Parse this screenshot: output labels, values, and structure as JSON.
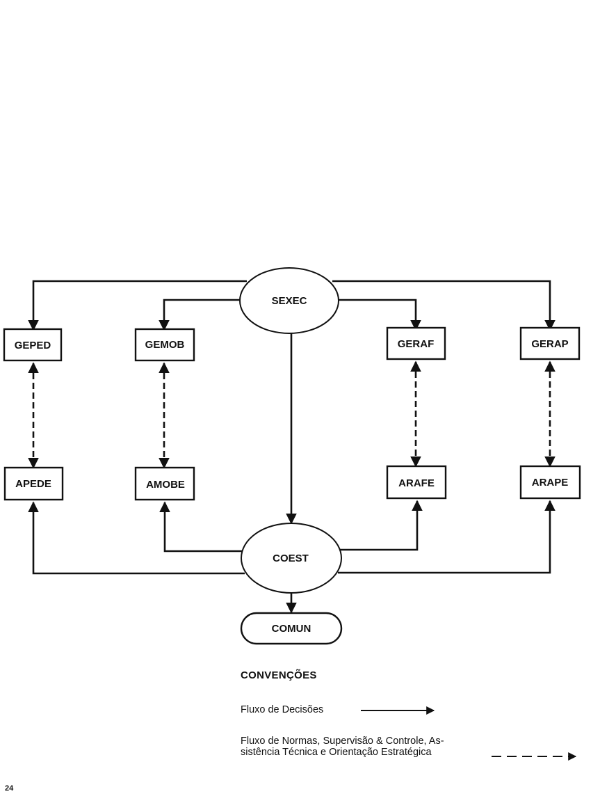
{
  "diagram": {
    "nodes": {
      "sexec": "SEXEC",
      "coest": "COEST",
      "comun": "COMUN",
      "geped": "GEPED",
      "gemob": "GEMOB",
      "geraf": "GERAF",
      "gerap": "GERAP",
      "apede": "APEDE",
      "amobe": "AMOBE",
      "arafe": "ARAFE",
      "arape": "ARAPE"
    },
    "edges": [
      {
        "from": "SEXEC",
        "to": "GEPED",
        "type": "decision"
      },
      {
        "from": "SEXEC",
        "to": "GEMOB",
        "type": "decision"
      },
      {
        "from": "SEXEC",
        "to": "GERAF",
        "type": "decision"
      },
      {
        "from": "SEXEC",
        "to": "GERAP",
        "type": "decision"
      },
      {
        "from": "SEXEC",
        "to": "COEST",
        "type": "decision"
      },
      {
        "from": "GEPED",
        "to": "APEDE",
        "type": "norms",
        "bidirectional": true
      },
      {
        "from": "GEMOB",
        "to": "AMOBE",
        "type": "norms",
        "bidirectional": true
      },
      {
        "from": "GERAF",
        "to": "ARAFE",
        "type": "norms",
        "bidirectional": true
      },
      {
        "from": "GERAP",
        "to": "ARAPE",
        "type": "norms",
        "bidirectional": true
      },
      {
        "from": "COEST",
        "to": "APEDE",
        "type": "decision"
      },
      {
        "from": "COEST",
        "to": "AMOBE",
        "type": "decision"
      },
      {
        "from": "COEST",
        "to": "ARAFE",
        "type": "decision"
      },
      {
        "from": "COEST",
        "to": "ARAPE",
        "type": "decision"
      },
      {
        "from": "COEST",
        "to": "COMUN",
        "type": "decision"
      }
    ]
  },
  "legend": {
    "title": "CONVENÇÕES",
    "decision_label": "Fluxo de Decisões",
    "norms_label": "Fluxo de Normas, Supervisão & Controle, Assistência Técnica e Orientação Estratégica",
    "norms_label_line1": "Fluxo de Normas, Supervisão & Controle, As-",
    "norms_label_line2": "sistência Técnica e Orientação Estratégica"
  },
  "page_number": "24"
}
